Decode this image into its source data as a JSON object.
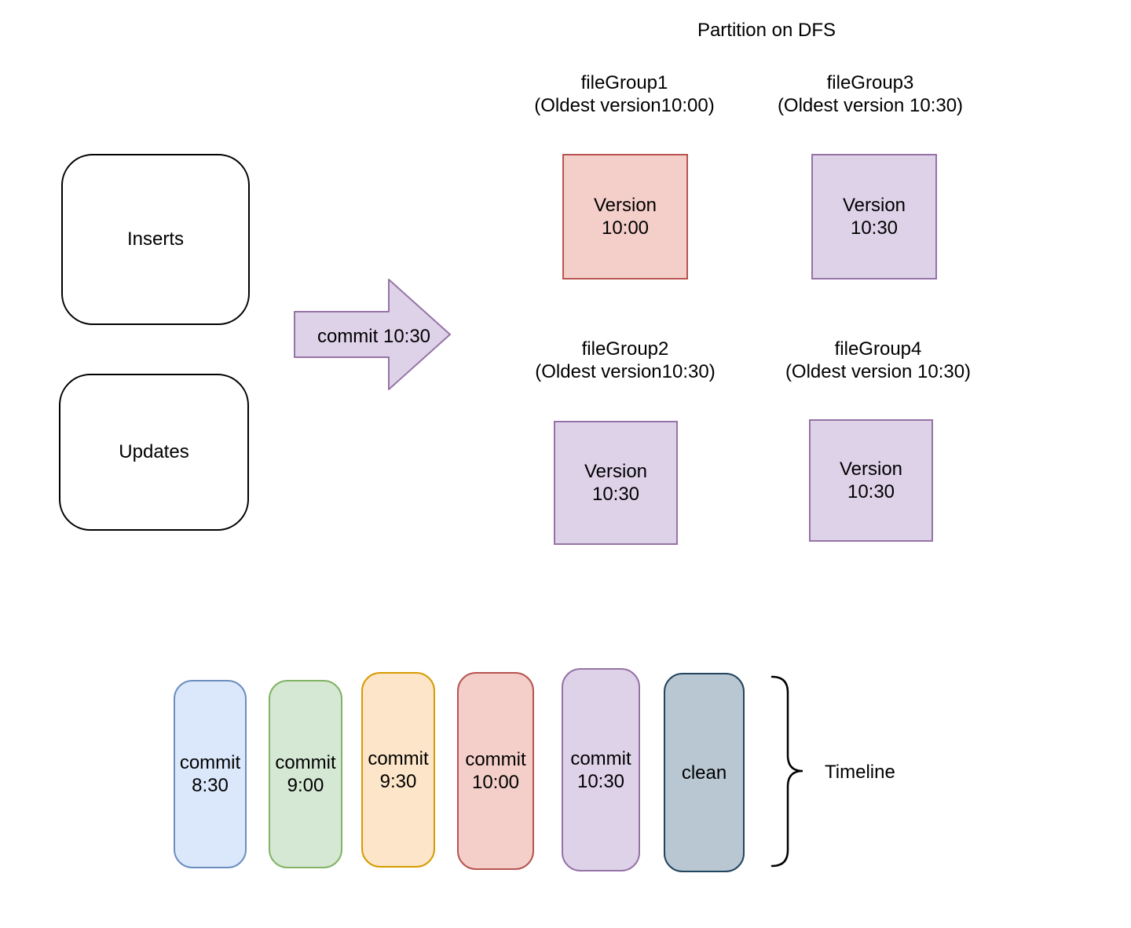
{
  "title": "Partition on DFS",
  "left_shapes": {
    "inserts": "Inserts",
    "updates": "Updates"
  },
  "arrow": {
    "label": "commit 10:30",
    "fill": "#ded2e9",
    "stroke": "#9673a6"
  },
  "file_groups": [
    {
      "name": "fileGroup1",
      "subtitle": "(Oldest version10:00)",
      "version": {
        "line1": "Version",
        "line2": "10:00"
      },
      "fill": "#f4cfca",
      "stroke": "#b85450"
    },
    {
      "name": "fileGroup2",
      "subtitle": "(Oldest version10:30)",
      "version": {
        "line1": "Version",
        "line2": "10:30"
      },
      "fill": "#ded2e9",
      "stroke": "#9673a6"
    },
    {
      "name": "fileGroup3",
      "subtitle": "(Oldest version 10:30)",
      "version": {
        "line1": "Version",
        "line2": "10:30"
      },
      "fill": "#ded2e9",
      "stroke": "#9673a6"
    },
    {
      "name": "fileGroup4",
      "subtitle": "(Oldest version 10:30)",
      "version": {
        "line1": "Version",
        "line2": "10:30"
      },
      "fill": "#ded2e9",
      "stroke": "#9673a6"
    }
  ],
  "timeline": {
    "label": "Timeline",
    "events": [
      {
        "line1": "commit",
        "line2": "8:30",
        "fill": "#dbe8fb",
        "stroke": "#6c8ebf"
      },
      {
        "line1": "commit",
        "line2": "9:00",
        "fill": "#d5e8d4",
        "stroke": "#82b366"
      },
      {
        "line1": "commit",
        "line2": "9:30",
        "fill": "#fce5c8",
        "stroke": "#d79b00"
      },
      {
        "line1": "commit",
        "line2": "10:00",
        "fill": "#f4cfca",
        "stroke": "#b85450"
      },
      {
        "line1": "commit",
        "line2": "10:30",
        "fill": "#ded2e9",
        "stroke": "#9673a6"
      },
      {
        "line1": "clean",
        "fill": "#b9c7d3",
        "stroke": "#23445d"
      }
    ]
  }
}
